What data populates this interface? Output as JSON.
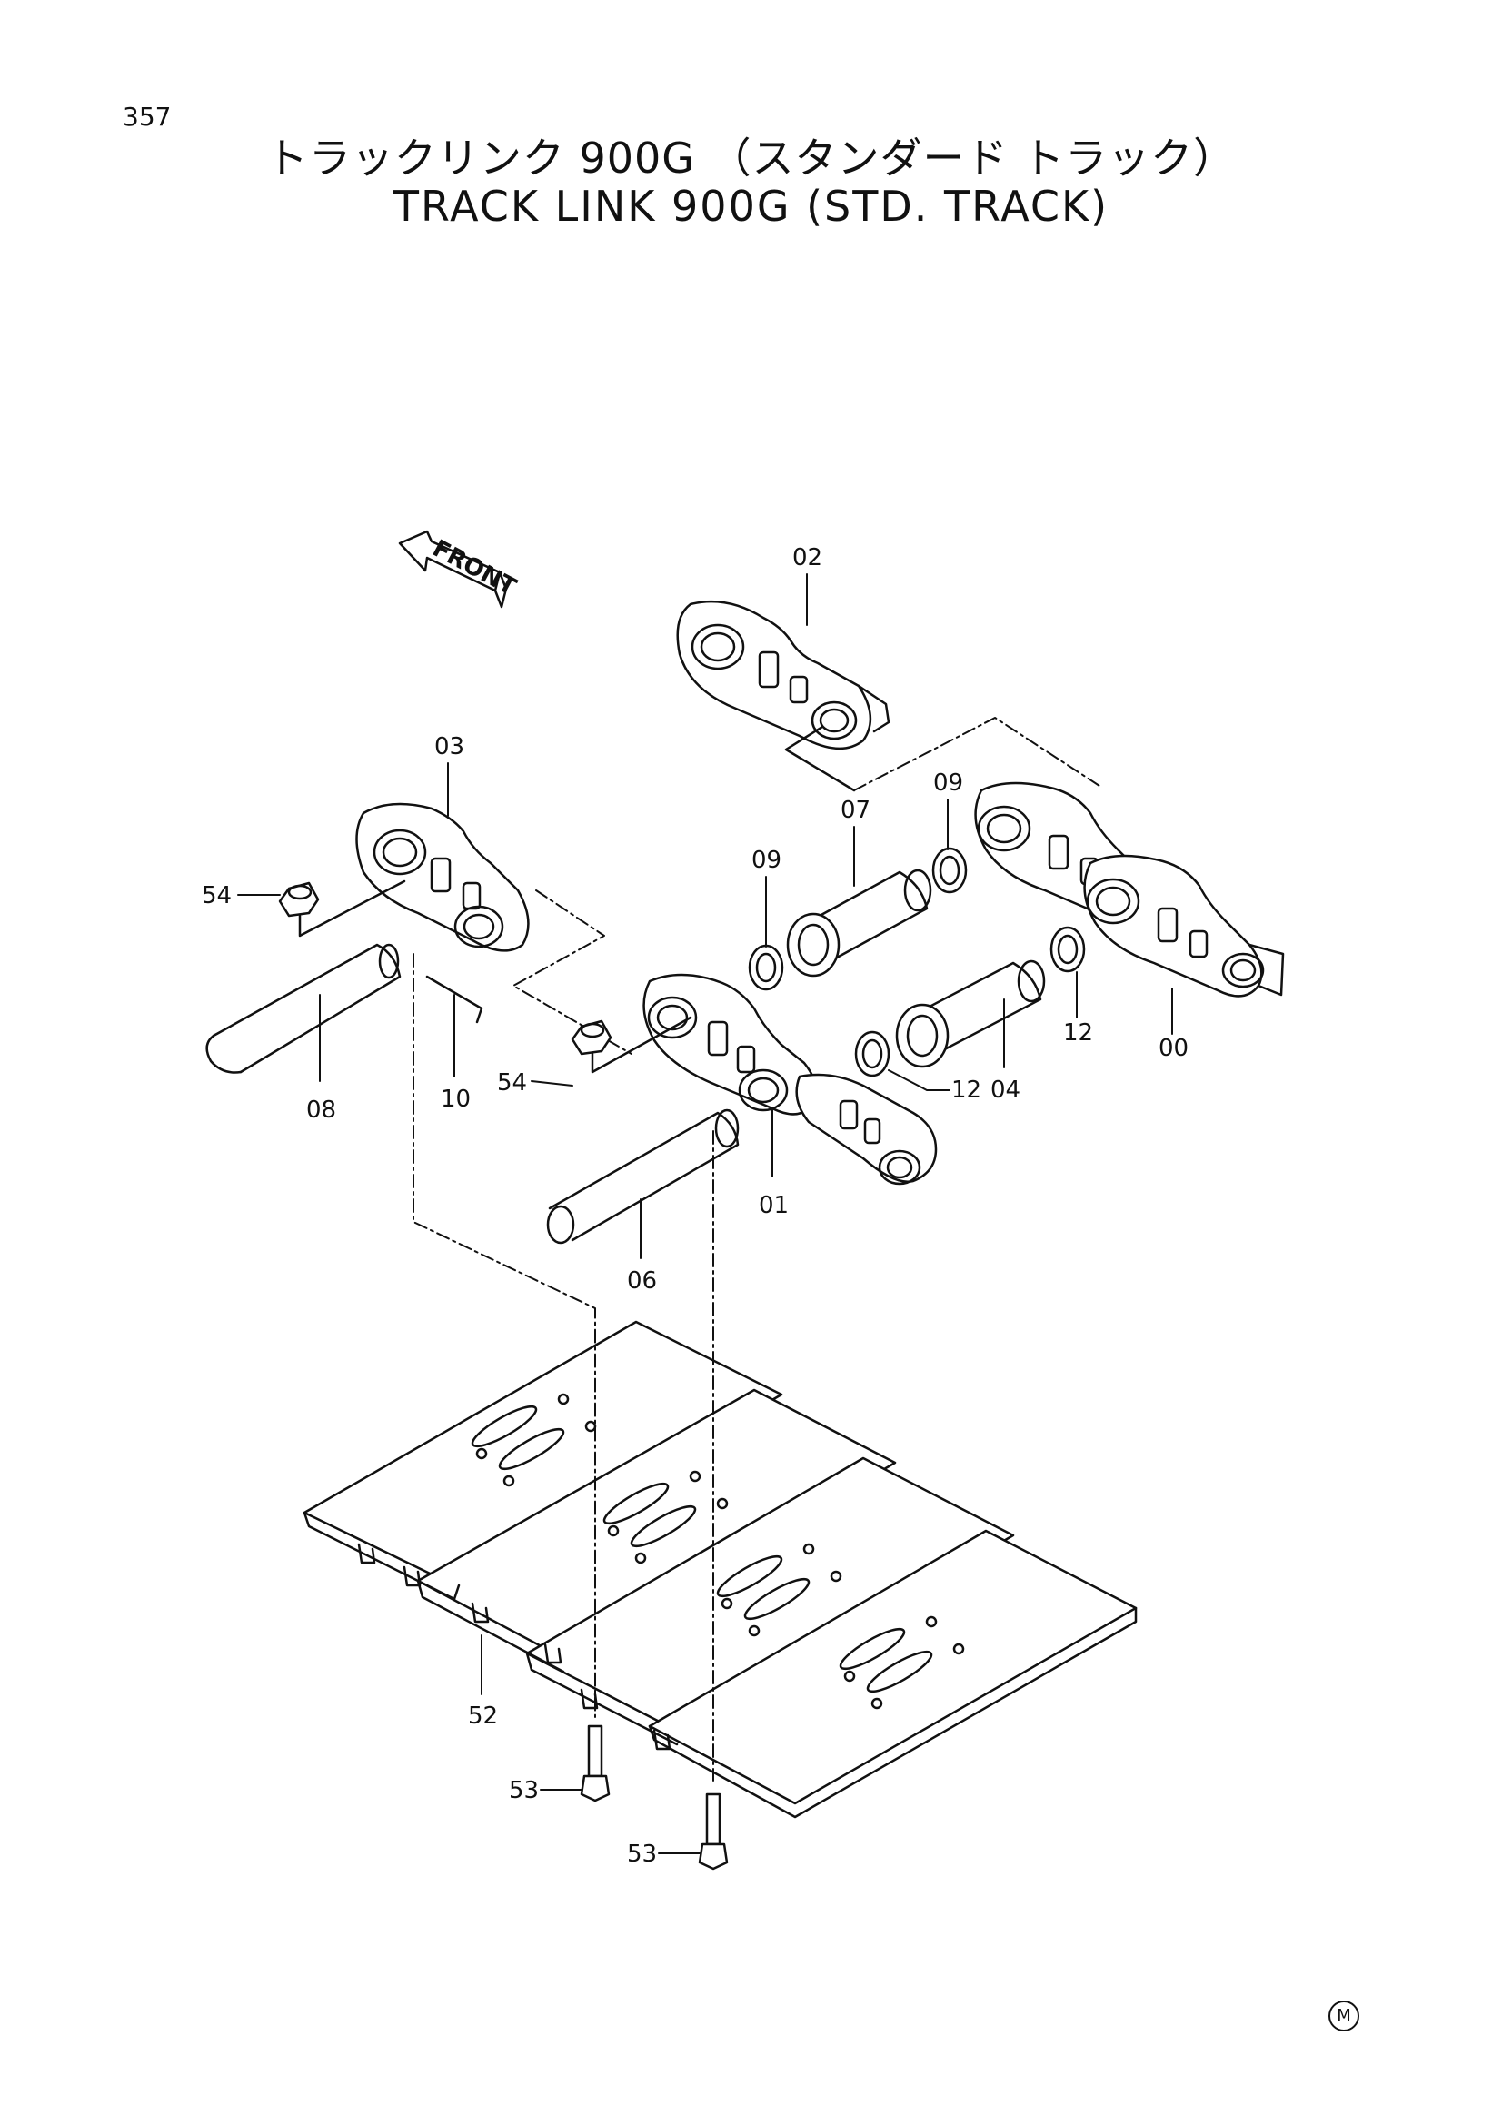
{
  "page_number": "357",
  "title_jp": "トラックリンク 900G （スタンダード トラック）",
  "title_en": "TRACK  LINK  900G  (STD.  TRACK)",
  "front_label": "FRONT",
  "callouts": {
    "c00": "00",
    "c01": "01",
    "c02": "02",
    "c03": "03",
    "c04": "04",
    "c06": "06",
    "c07": "07",
    "c08": "08",
    "c09a": "09",
    "c09b": "09",
    "c10": "10",
    "c12a": "12",
    "c12b": "12",
    "c52": "52",
    "c53a": "53",
    "c53b": "53",
    "c54a": "54",
    "c54b": "54"
  },
  "corner_mark": "M"
}
